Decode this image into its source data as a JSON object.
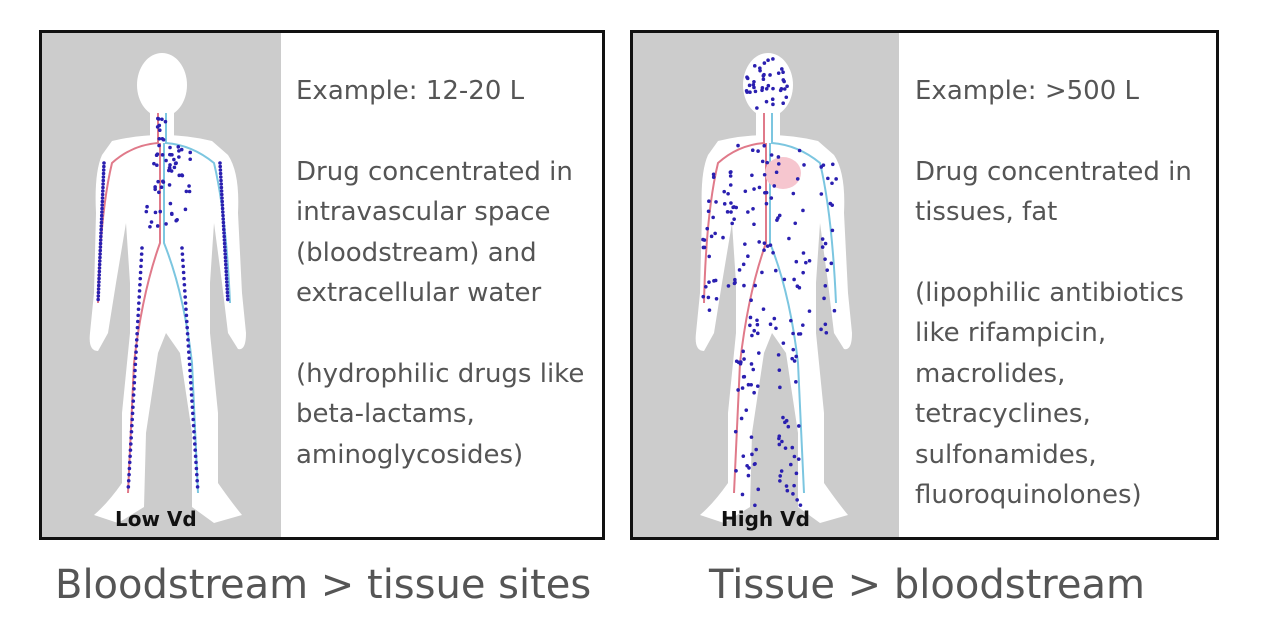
{
  "panels": [
    {
      "figure_label": "Low Vd",
      "example": "Example: 12-20 L",
      "description": "Drug concentrated in intravascular space (bloodstream) and extracellular water",
      "examples_note": "(hydrophilic drugs like beta-lactams, aminoglycosides)",
      "caption": "Bloodstream > tissue sites"
    },
    {
      "figure_label": "High Vd",
      "example": "Example: >500 L",
      "description": "Drug concentrated in tissues, fat",
      "examples_note": "(lipophilic antibiotics like rifampicin, macrolides, tetracyclines, sulfonamides, fluoroquinolones)",
      "caption": "Tissue > bloodstream"
    }
  ],
  "colors": {
    "figure_background": "#cccccc",
    "body_fill": "#ffffff",
    "drug_dot": "#2a1fb0",
    "artery": "#e07a8a",
    "vein": "#7cc6e0",
    "text": "#555555",
    "border": "#111111"
  }
}
